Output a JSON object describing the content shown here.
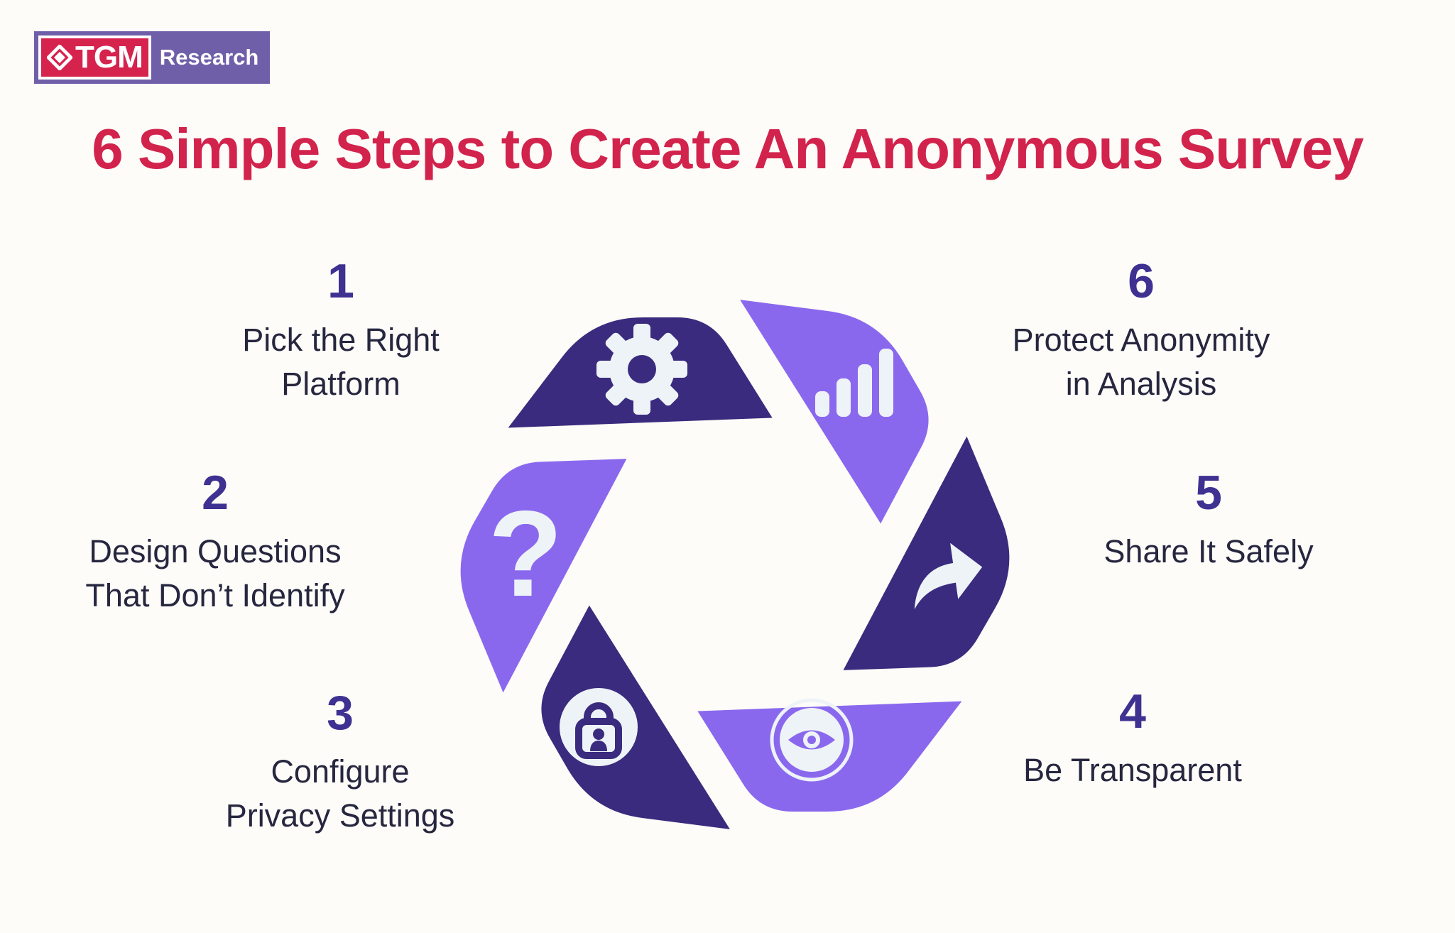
{
  "logo": {
    "tgm": "TGM",
    "research": "Research",
    "diamond_icon": "diamond-logo-mark",
    "red": "#d6234e",
    "purple": "#6f5fa9"
  },
  "title": "6 Simple Steps to Create An Anonymous Survey",
  "steps": [
    {
      "number": "1",
      "line1": "Pick the Right",
      "line2": "Platform",
      "icon": "gear-icon",
      "position": "left-top"
    },
    {
      "number": "2",
      "line1": "Design Questions",
      "line2": "That Don’t Identify",
      "icon": "question-mark-icon",
      "position": "left-middle"
    },
    {
      "number": "3",
      "line1": "Configure",
      "line2": "Privacy Settings",
      "icon": "lock-icon",
      "position": "left-bottom"
    },
    {
      "number": "4",
      "line1": "Be Transparent",
      "line2": "",
      "icon": "eye-icon",
      "position": "right-bottom"
    },
    {
      "number": "5",
      "line1": "Share It Safely",
      "line2": "",
      "icon": "share-arrow-icon",
      "position": "right-middle"
    },
    {
      "number": "6",
      "line1": "Protect Anonymity",
      "line2": "in Analysis",
      "icon": "bar-chart-icon",
      "position": "right-top"
    }
  ],
  "diagram": {
    "type": "hexagonal-cycle",
    "segments": 6,
    "segment_colors_clockwise_from_top_left": [
      "#3a2b7e",
      "#8a68ee",
      "#3a2b7e",
      "#8a68ee",
      "#3a2b7e",
      "#8a68ee"
    ],
    "icons_clockwise_from_top_left": [
      "gear-icon",
      "bar-chart-icon",
      "share-arrow-icon",
      "eye-icon",
      "lock-icon",
      "question-mark-icon"
    ]
  },
  "colors": {
    "background": "#fdfcf8",
    "title": "#d2234d",
    "step_number": "#3e3192",
    "step_text": "#26263f",
    "blade_dark": "#3a2b7e",
    "blade_light": "#8a68ee",
    "icon_white": "#eef3f8"
  }
}
